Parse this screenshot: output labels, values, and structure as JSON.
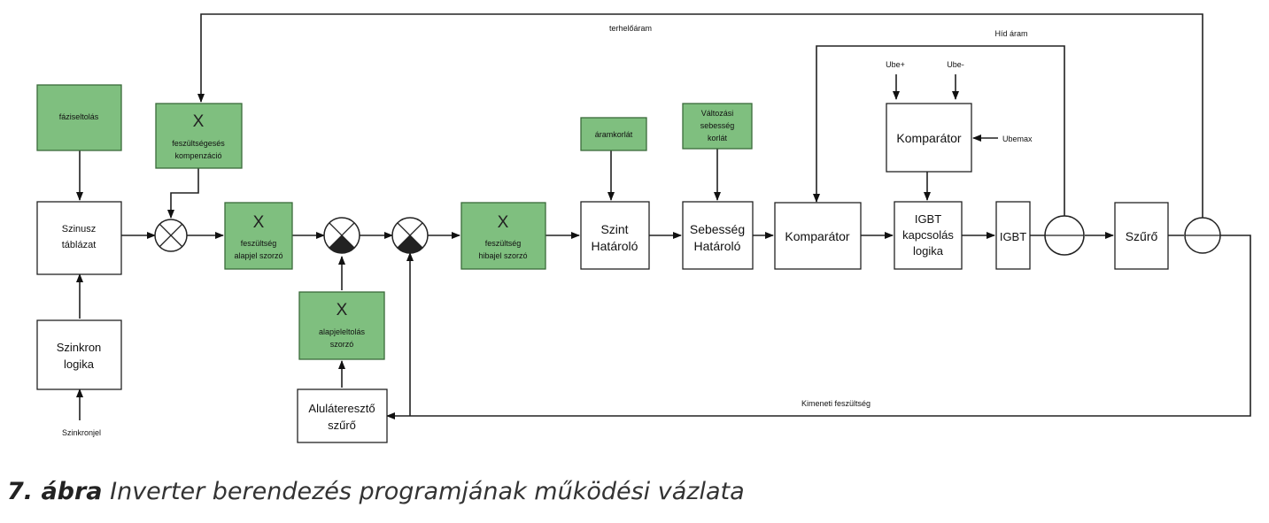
{
  "diagram": {
    "signals": {
      "terhelo_aram": "terhelőáram",
      "hid_aram": "Híd áram",
      "kimeneti_feszultseg": "Kimeneti feszültség",
      "szinkronjel": "Szinkronjel",
      "ube_plus": "Ube+",
      "ube_minus": "Ube-",
      "ubemax": "Ubemax"
    },
    "blocks": {
      "fazis_eltolas": "fáziseltolás",
      "szinusz": [
        "Szinusz",
        "táblázat"
      ],
      "szinkron": [
        "Szinkron",
        "logika"
      ],
      "kompenzacio_mult": [
        "X",
        "feszültségesés",
        "kompenzáció"
      ],
      "alapjel_mult": [
        "X",
        "feszültség",
        "alapjel szorzó"
      ],
      "hibajel_mult": [
        "X",
        "feszültség",
        "hibajel szorzó"
      ],
      "alapeltolas_mult": [
        "X",
        "alapjeleltolás",
        "szorzó"
      ],
      "aluatereszto": [
        "Aluláteresztő",
        "szűrő"
      ],
      "aramkorlat": "áramkorlát",
      "valtozasi": [
        "Változási",
        "sebesség",
        "korlát"
      ],
      "szint_hatarolo": [
        "Szint",
        "Határoló"
      ],
      "sebesseg_hatarolo": [
        "Sebesség",
        "Határoló"
      ],
      "komparator_main": "Komparátor",
      "komparator_top": "Komparátor",
      "igbt_logika": [
        "IGBT",
        "kapcsolás",
        "logika"
      ],
      "igbt": "IGBT",
      "szuro": "Szűrő"
    }
  },
  "caption": {
    "number": "7. ábra",
    "text": "Inverter berendezés programjának működési vázlata"
  }
}
